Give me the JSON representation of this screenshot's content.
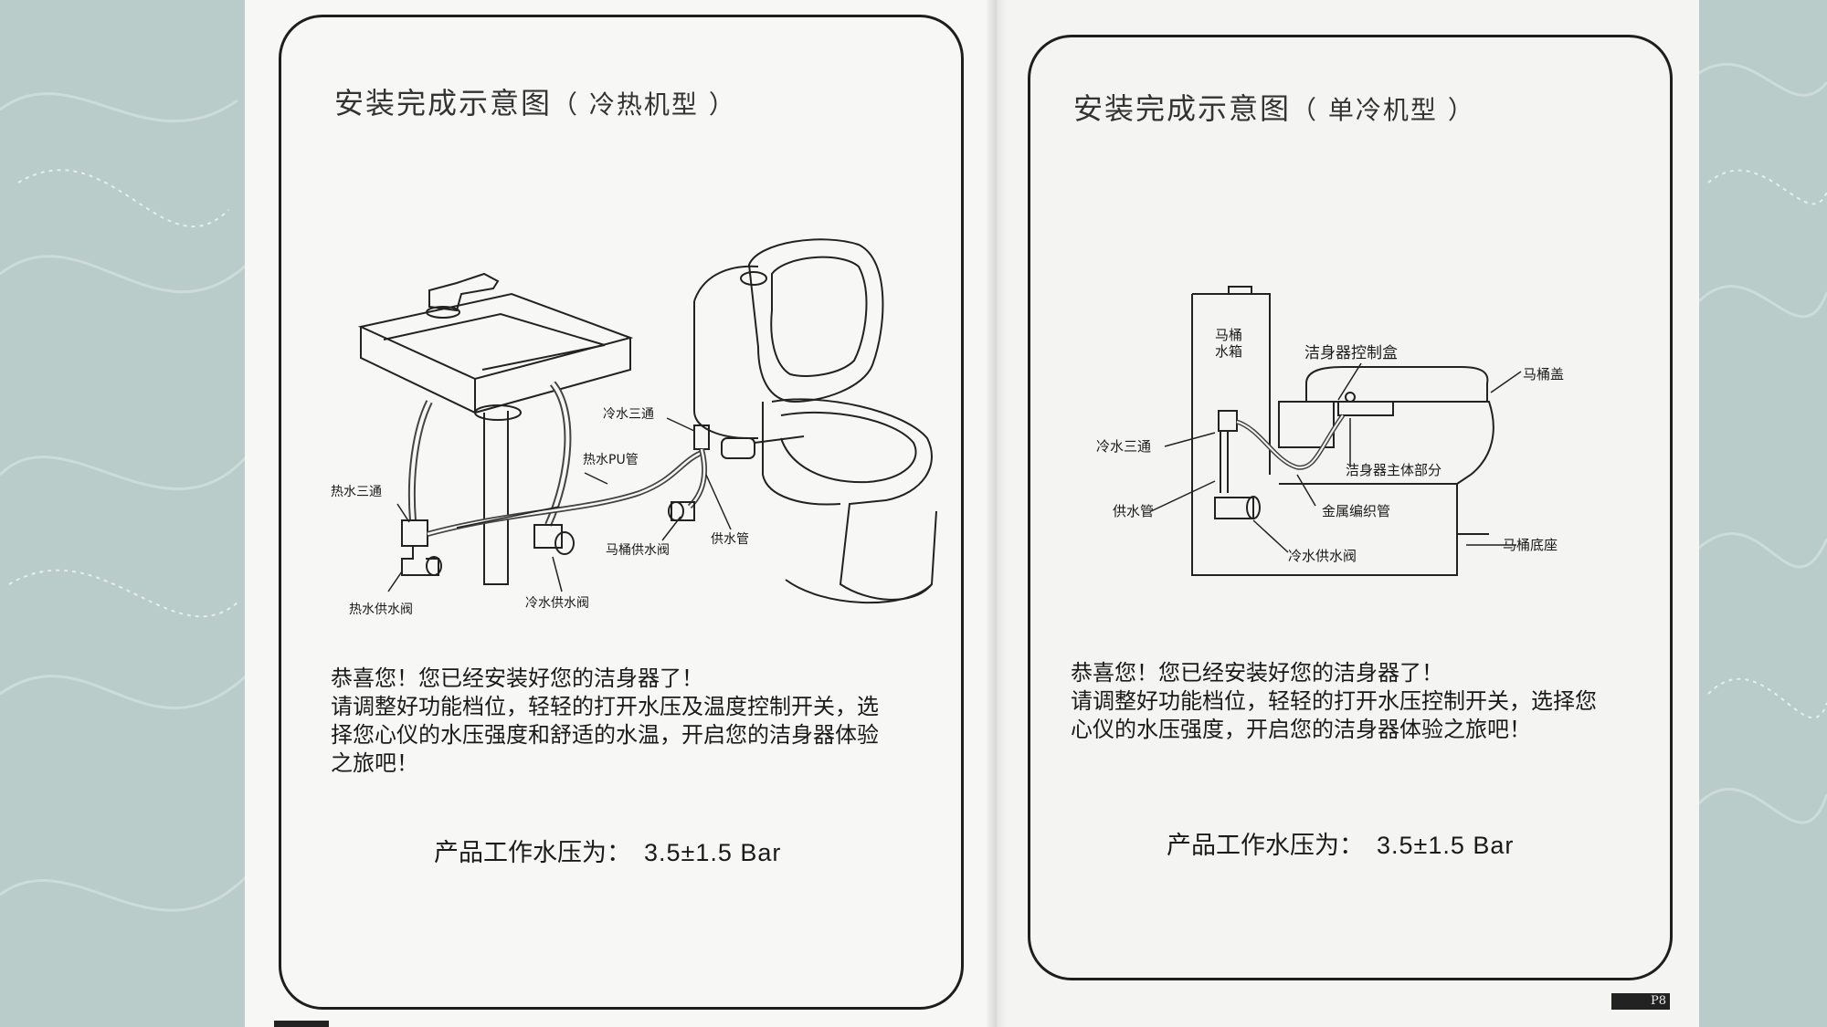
{
  "left_page": {
    "title": "安装完成示意图",
    "title_suffix": "（ 冷热机型 ）",
    "labels": {
      "cold_tee": "冷水三通",
      "hot_pu_pipe": "热水PU管",
      "hot_tee": "热水三通",
      "toilet_supply_valve": "马桶供水阀",
      "supply_pipe": "供水管",
      "hot_supply_valve": "热水供水阀",
      "cold_supply_valve": "冷水供水阀"
    },
    "paragraph": [
      "恭喜您！您已经安装好您的洁身器了！",
      "请调整好功能档位，轻轻的打开水压及温度控制开关，选",
      "择您心仪的水压强度和舒适的水温，开启您的洁身器体验",
      "之旅吧！"
    ],
    "pressure_label": "产品工作水压为：",
    "pressure_value": "3.5±1.5 Bar"
  },
  "right_page": {
    "title": "安装完成示意图",
    "title_suffix": "（ 单冷机型 ）",
    "labels": {
      "tank_line1": "马桶",
      "tank_line2": "水箱",
      "control_box": "洁身器控制盒",
      "toilet_lid": "马桶盖",
      "cold_tee": "冷水三通",
      "main_body": "洁身器主体部分",
      "supply_pipe": "供水管",
      "braided_hose": "金属编织管",
      "toilet_base": "马桶底座",
      "cold_supply_valve": "冷水供水阀"
    },
    "paragraph": [
      "恭喜您！您已经安装好您的洁身器了！",
      "请调整好功能档位，轻轻的打开水压控制开关，选择您",
      "心仪的水压强度，开启您的洁身器体验之旅吧！"
    ],
    "pressure_label": "产品工作水压为：",
    "pressure_value": "3.5±1.5 Bar",
    "page_number": "P8"
  }
}
